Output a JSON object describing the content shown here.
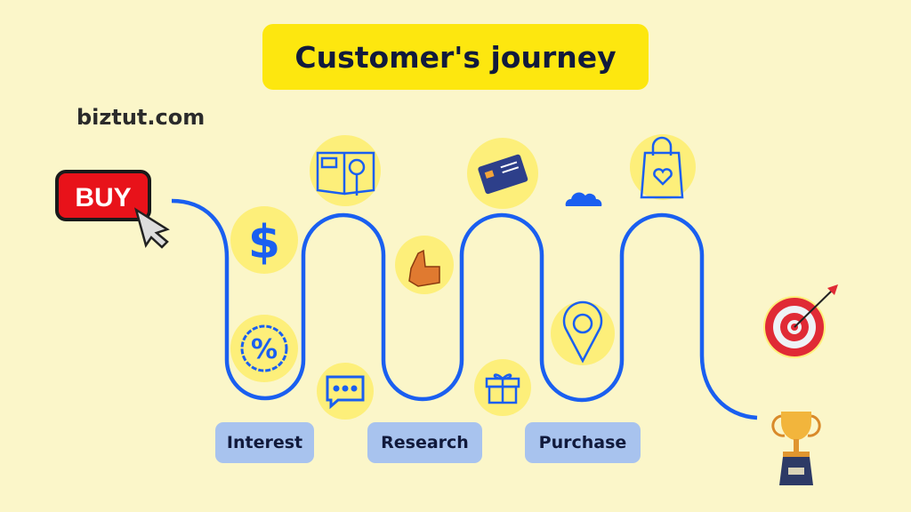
{
  "title": "Customer's journey",
  "site": "biztut.com",
  "buy_button": "BUY",
  "stages": [
    "Interest",
    "Research",
    "Purchase"
  ],
  "icons": [
    "buy-cursor-icon",
    "dollar-icon",
    "discount-icon",
    "book-search-icon",
    "chat-icon",
    "thumbs-up-icon",
    "credit-card-icon",
    "gift-icon",
    "cloud-icon",
    "location-pin-icon",
    "shopping-bag-icon",
    "target-icon",
    "trophy-icon"
  ],
  "colors": {
    "background": "#fbf6c9",
    "title_bg": "#fde70f",
    "path": "#1a5ff0",
    "icon_bg": "#fdef7a",
    "stage_bg": "#a8c3ee",
    "text": "#111a3c"
  }
}
